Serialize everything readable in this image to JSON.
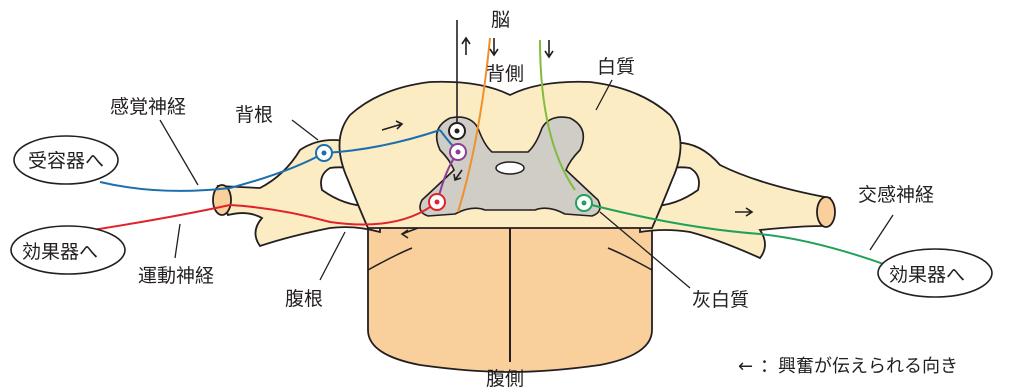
{
  "labels": {
    "brain": "脳",
    "dorsal": "背側",
    "white_matter": "白質",
    "sensory_nerve": "感覚神経",
    "dorsal_root": "背根",
    "receptor": "受容器へ",
    "effector_left": "効果器へ",
    "motor_nerve": "運動神経",
    "ventral_root": "腹根",
    "gray_matter": "灰白質",
    "sympathetic_nerve": "交感神経",
    "effector_right": "効果器へ",
    "ventral": "腹側",
    "legend_arrow": "←",
    "legend_text": "：興奮が伝えられる向き"
  },
  "colors": {
    "white_matter_fill": "#fcecc4",
    "body_fill": "#f9cf9c",
    "gray_matter_fill": "#cfcdc6",
    "outline": "#231f20",
    "sensory_neuron": "#1c6fae",
    "motor_neuron": "#e0232b",
    "interneuron": "#8b3f96",
    "ascending_fiber": "#f0902a",
    "descending_fiber": "#82bc3d",
    "sympathetic_neuron": "#21a15a"
  }
}
